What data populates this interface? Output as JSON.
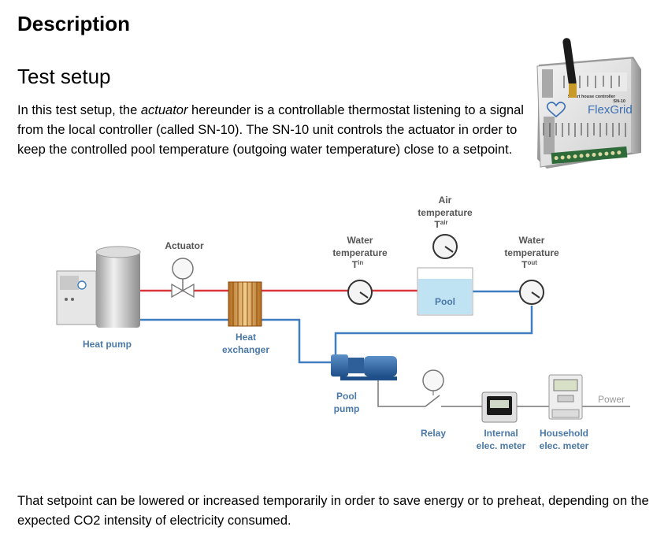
{
  "heading": "Description",
  "subheading": "Test setup",
  "intro": {
    "before": "In this test setup, the ",
    "emphasis": "actuator",
    "after": " hereunder is a controllable thermostat listening to a signal from the local controller (called SN-10). The SN-10 unit controls the actuator in order to keep the controlled pool temperature (outgoing water temperature) close to a setpoint."
  },
  "outro": "That setpoint can be lowered or increased temporarily in order to save energy or to preheat, depending on the expected CO2 intensity of electricity consumed.",
  "device": {
    "brand": "FlexGrid",
    "model_line1": "Smart house controller",
    "model_line2": "SN-10"
  },
  "diagram": {
    "heat_pump": "Heat pump",
    "actuator": "Actuator",
    "heat_exchanger_1": "Heat",
    "heat_exchanger_2": "exchanger",
    "water_in_1": "Water",
    "water_in_2": "temperature",
    "water_in_sym": "T",
    "water_in_sub": "in",
    "air_1": "Air",
    "air_2": "temperature",
    "air_sym": "T",
    "air_sub": "air",
    "water_out_1": "Water",
    "water_out_2": "temperature",
    "water_out_sym": "T",
    "water_out_sub": "out",
    "pool": "Pool",
    "pool_pump_1": "Pool",
    "pool_pump_2": "pump",
    "relay": "Relay",
    "internal_meter_1": "Internal",
    "internal_meter_2": "elec. meter",
    "household_meter_1": "Household",
    "household_meter_2": "elec. meter",
    "power": "Power"
  },
  "colors": {
    "hot_pipe": "#d9373b",
    "cold_pipe": "#3f7fc0",
    "label_blue": "#4a78a8",
    "pool_water": "#bfe3f3"
  }
}
